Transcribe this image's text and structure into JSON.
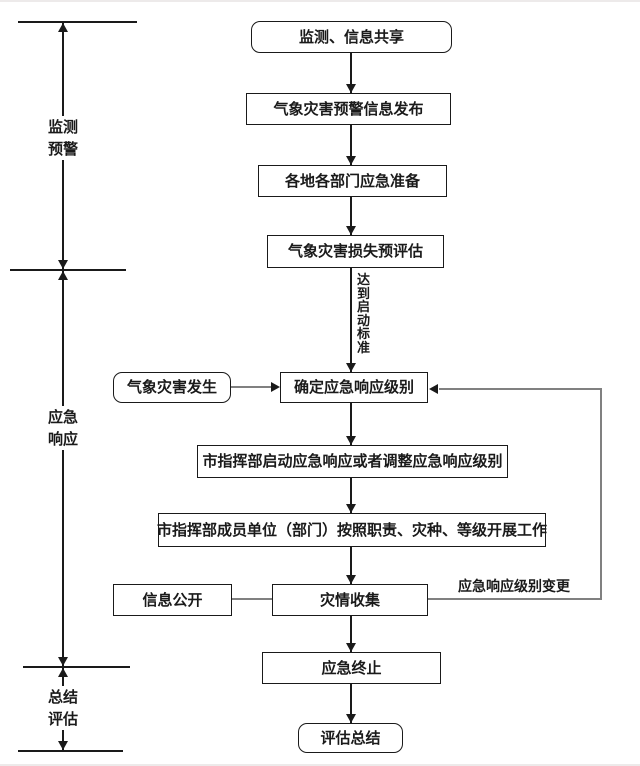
{
  "phase_axis": {
    "phases": [
      {
        "name": "monitoring-warning",
        "line1": "监测",
        "line2": "预警"
      },
      {
        "name": "emergency-response",
        "line1": "应急",
        "line2": "响应"
      },
      {
        "name": "summary-evaluation",
        "line1": "总结",
        "line2": "评估"
      }
    ]
  },
  "flow": {
    "nodes": [
      {
        "id": "monitor-info-sharing",
        "label": "监测、信息共享",
        "shape": "rounded"
      },
      {
        "id": "warning-info-release",
        "label": "气象灾害预警信息发布",
        "shape": "rect"
      },
      {
        "id": "emergency-preparation",
        "label": "各地各部门应急准备",
        "shape": "rect"
      },
      {
        "id": "loss-pre-assessment",
        "label": "气象灾害损失预评估",
        "shape": "rect"
      },
      {
        "id": "determine-response-level",
        "label": "确定应急响应级别",
        "shape": "rect"
      },
      {
        "id": "disaster-occurs",
        "label": "气象灾害发生",
        "shape": "rounded"
      },
      {
        "id": "start-or-adjust-response",
        "label": "市指挥部启动应急响应或者调整应急响应级别",
        "shape": "rect"
      },
      {
        "id": "members-carry-out-work",
        "label": "市指挥部成员单位（部门）按照职责、灾种、等级开展工作",
        "shape": "rect"
      },
      {
        "id": "information-disclosure",
        "label": "信息公开",
        "shape": "rect"
      },
      {
        "id": "disaster-info-collection",
        "label": "灾情收集",
        "shape": "rect"
      },
      {
        "id": "emergency-termination",
        "label": "应急终止",
        "shape": "rect"
      },
      {
        "id": "evaluation-summary",
        "label": "评估总结",
        "shape": "rounded"
      }
    ],
    "edge_labels": {
      "reach_activation_standard": "达到启动标准",
      "response_level_change": "应急响应级别变更"
    }
  },
  "colors": {
    "line": "#1a1a1a",
    "connector": "#808080",
    "background": "#ffffff"
  }
}
